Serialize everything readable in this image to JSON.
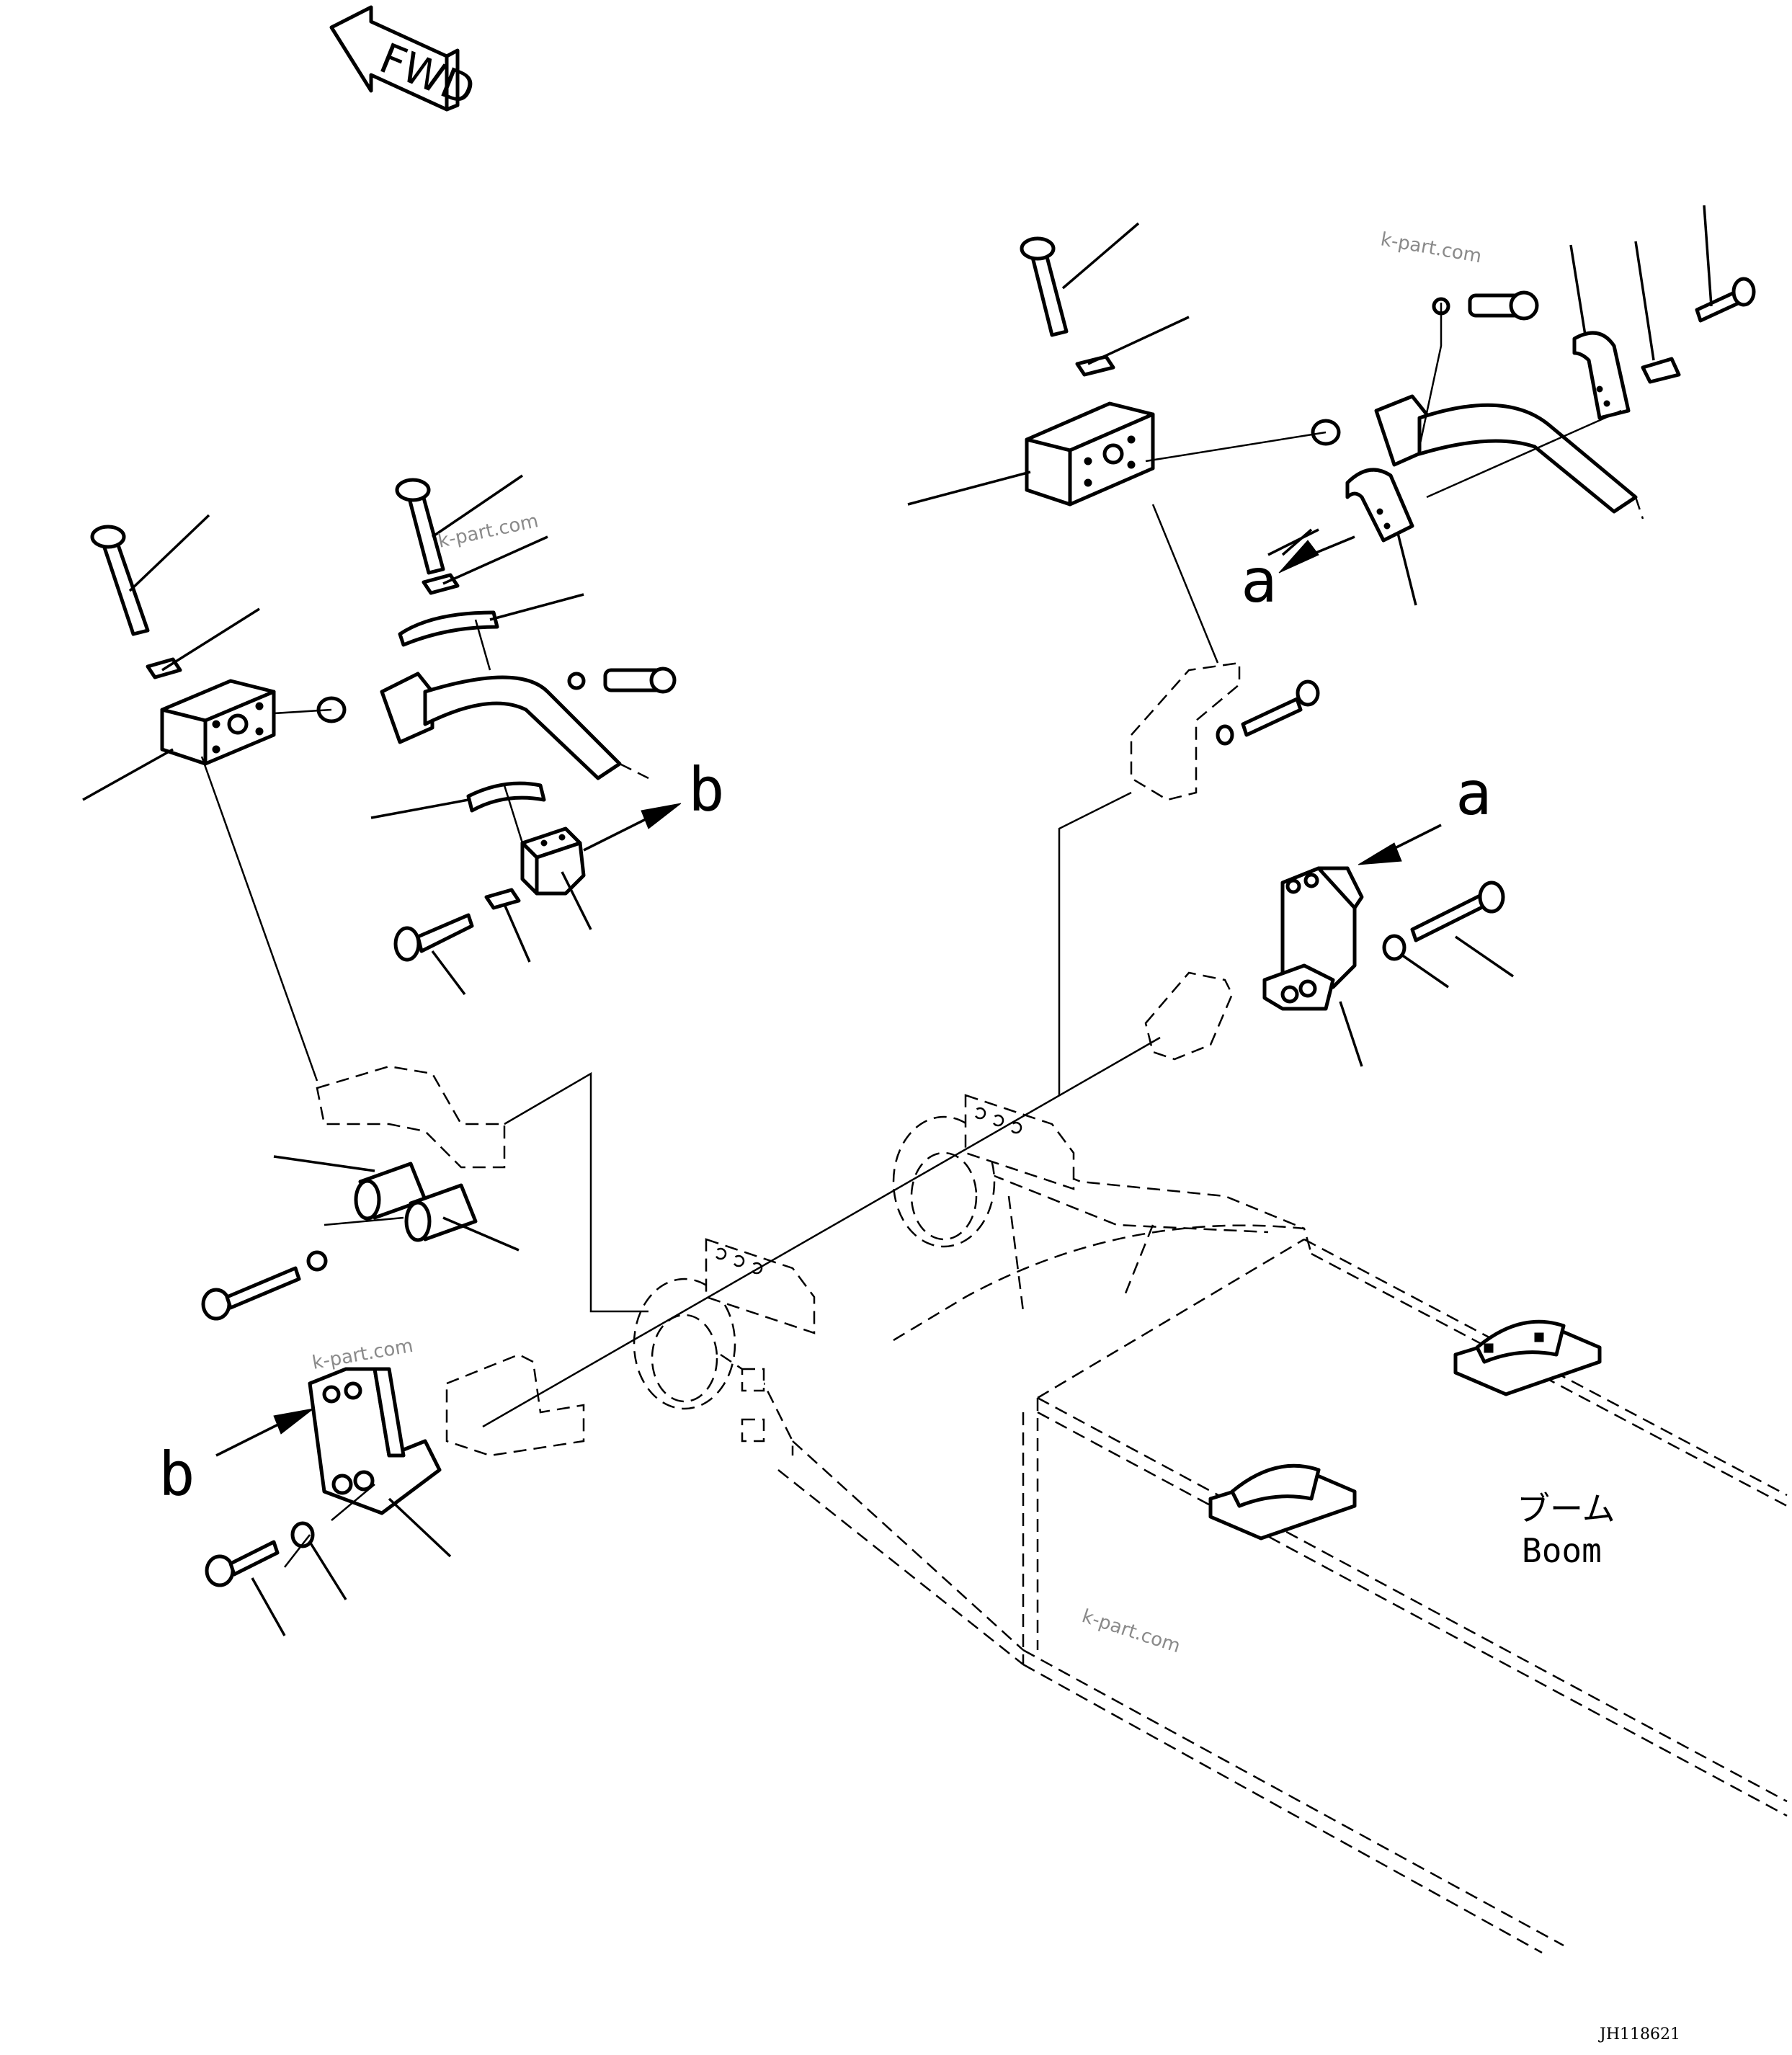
{
  "fwd_label": "FWD",
  "callouts": {
    "a": "a",
    "b": "b"
  },
  "boom_label_jp": "ブーム",
  "boom_label_en": "Boom",
  "watermark": "k-part.com",
  "drawing_code": "JH118621"
}
